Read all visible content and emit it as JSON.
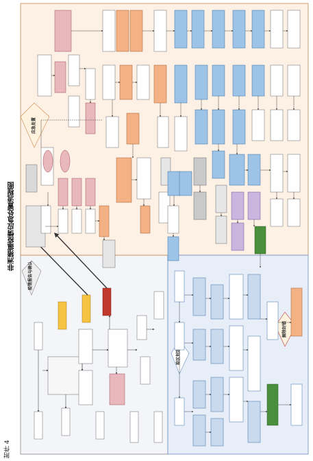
{
  "page_tag": "附件 4",
  "title": "非洲猪瘟疫情应急处置流程图",
  "stages": {
    "report": "疫情报告与确认",
    "response": "应急处置",
    "zoning": "疫区划定",
    "lift": "解除封锁"
  },
  "colors": {
    "left_panel": "#f3f5f8",
    "right_panel": "#fdf1e6",
    "lower_panel": "#e7eef8",
    "pink": "#e9b8bd",
    "orange": "#f4b183",
    "blue": "#9dc3e6",
    "green": "#4a8f3c",
    "gray": "#c9c9c9",
    "yellow": "#f6c343",
    "red": "#c0392b"
  }
}
